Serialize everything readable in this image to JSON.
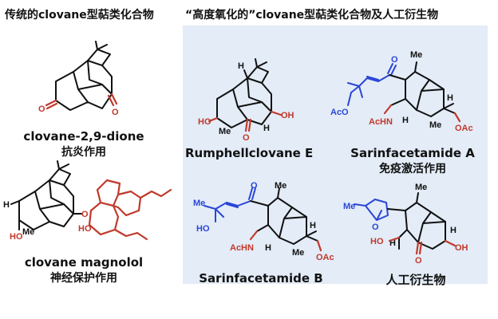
{
  "headers": {
    "left": "传统的clovane型萜类化合物",
    "right": "“高度氧化的”clovane型萜类化合物及人工衍生物"
  },
  "compounds": [
    {
      "name": "clovane-2,9-dione",
      "note": "抗炎作用"
    },
    {
      "name": "clovane magnolol",
      "note": "神经保护作用"
    },
    {
      "name": "Rumphellclovane E",
      "note": ""
    },
    {
      "name": "Sarinfacetamide A",
      "note": "免疫激活作用"
    },
    {
      "name": "Sarinfacetamide B",
      "note": ""
    },
    {
      "name": "人工衍生物",
      "note": ""
    }
  ],
  "atoms": {
    "o": "O",
    "oh": "OH",
    "ho": "HO",
    "h": "H",
    "me": "Me",
    "aco": "AcO",
    "oac": "OAc",
    "achn": "AcHN"
  },
  "colors": {
    "panel_bg": "#e3ecf7",
    "red": "#c0392b",
    "blue": "#2b46d6",
    "black": "#111111"
  }
}
